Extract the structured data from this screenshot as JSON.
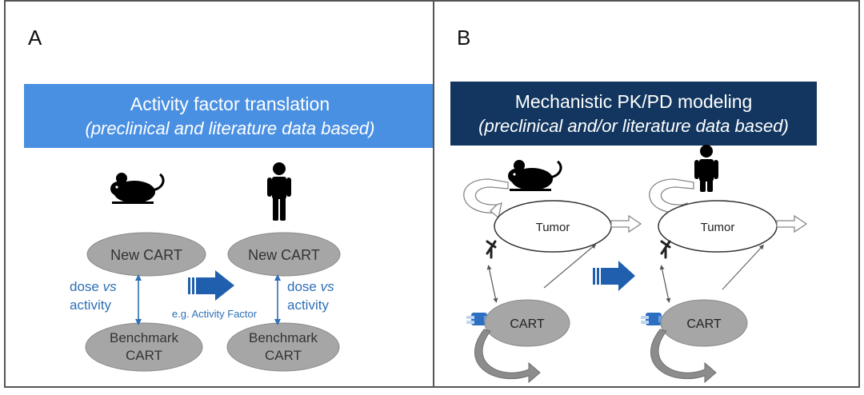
{
  "panel_a": {
    "letter": "A",
    "banner_title": "Activity factor translation",
    "banner_subtitle": "(preclinical and literature data based)",
    "mouse_new": "New CART",
    "mouse_benchmark_line1": "Benchmark",
    "mouse_benchmark_line2": "CART",
    "human_new": "New CART",
    "human_benchmark_line1": "Benchmark",
    "human_benchmark_line2": "CART",
    "dose_label_line1_plain": "dose ",
    "dose_label_line1_italic": "vs",
    "dose_label_line2": "activity",
    "translation_label": "e.g. Activity Factor"
  },
  "panel_b": {
    "letter": "B",
    "banner_title": "Mechanistic PK/PD modeling",
    "banner_subtitle": "(preclinical and/or literature data based)",
    "mouse_tumor": "Tumor",
    "mouse_cart": "CART",
    "human_tumor": "Tumor",
    "human_cart": "CART"
  },
  "colors": {
    "banner_a": "#4a90e2",
    "banner_b": "#12365f",
    "link_blue": "#2e6fb6",
    "arrow_blue": "#1f5fae",
    "node_gray": "#a6a6a6",
    "node_text": "#333333"
  },
  "icons": [
    "mouse-icon",
    "person-icon",
    "receptor-icon",
    "car-construct-icon"
  ]
}
